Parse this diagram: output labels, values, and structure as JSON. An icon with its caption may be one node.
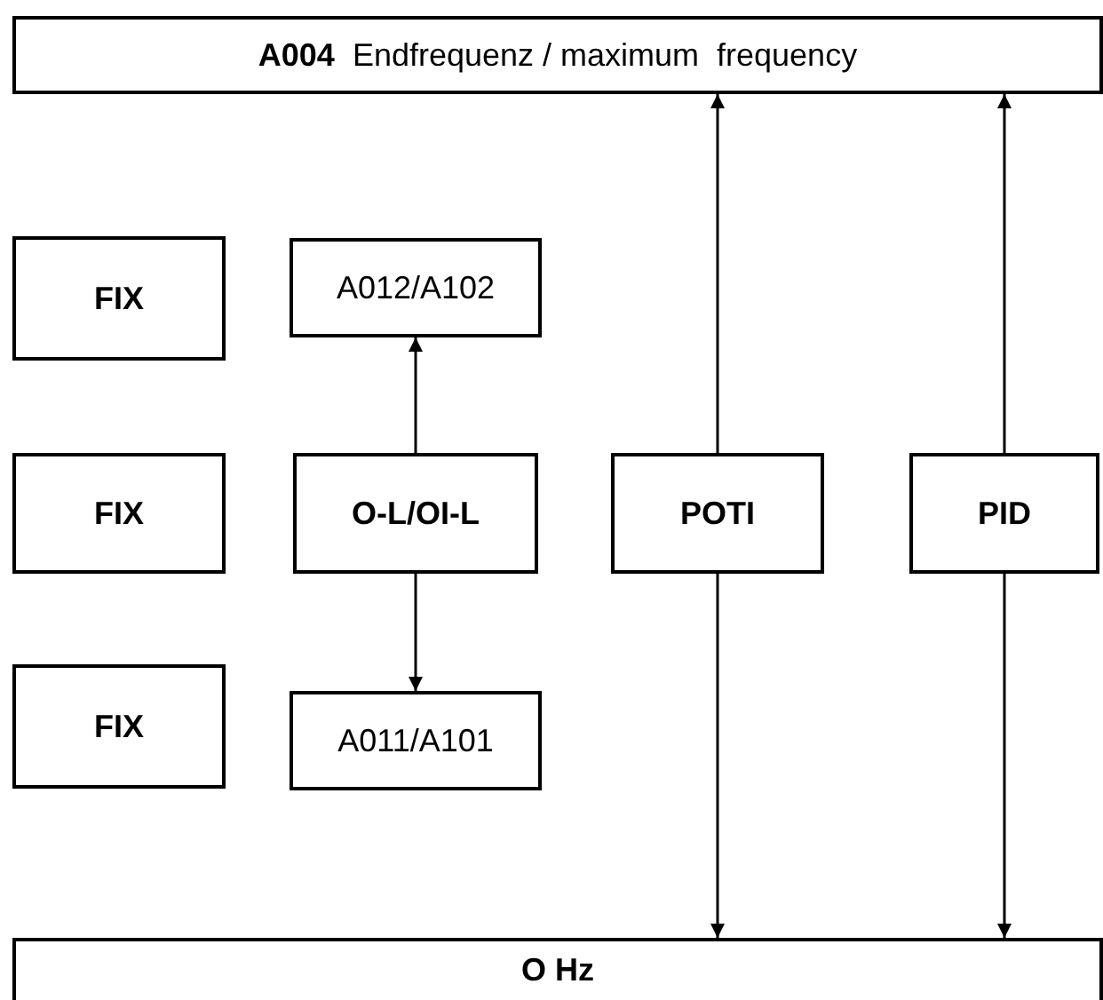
{
  "diagram": {
    "nodes": [
      {
        "text": [
          "**A004**  Endfrequenz / maximum  frequency"
        ]
      },
      {
        "text": [
          "FIX"
        ]
      },
      {
        "text": [
          "A012/A102"
        ]
      },
      {
        "text": [
          "FIX"
        ]
      },
      {
        "text": [
          "O-L/OI-L"
        ]
      },
      {
        "text": [
          "POTI"
        ]
      },
      {
        "text": [
          "PID"
        ]
      },
      {
        "text": [
          "FIX"
        ]
      },
      {
        "text": [
          "A011/A101"
        ]
      },
      {
        "text": [
          "O Hz"
        ]
      }
    ],
    "edges": [
      {
        "from": 4,
        "to": 2,
        "arrow": "to"
      },
      {
        "from": 5,
        "to": 0,
        "arrow": "to"
      },
      {
        "from": 6,
        "to": 0,
        "arrow": "to"
      },
      {
        "from": 4,
        "to": 8,
        "arrow": "to"
      },
      {
        "from": 5,
        "to": 9,
        "arrow": "to"
      },
      {
        "from": 6,
        "to": 9,
        "arrow": "to"
      }
    ]
  }
}
